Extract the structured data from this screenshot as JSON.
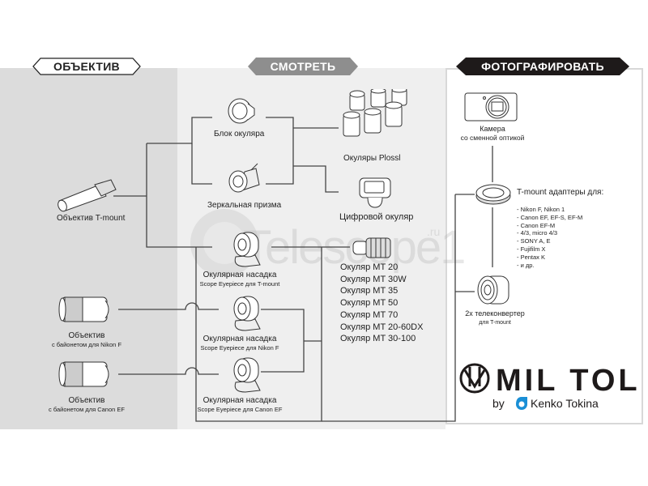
{
  "headers": {
    "lens": "ОБЪЕКТИВ",
    "view": "СМОТРЕТЬ",
    "photo": "ФОТОГРАФИРОВАТЬ"
  },
  "colors": {
    "lens_panel": "#dcdcdc",
    "view_panel": "#efefef",
    "view_header": "#8e8e8e",
    "photo_header": "#1e1a1a",
    "line": "#444444",
    "brand_blue": "#1a8fd6"
  },
  "lens_column": {
    "tmount": {
      "label": "Объектив T-mount"
    },
    "nikon": {
      "label": "Объектив",
      "sub": "с байонетом для Nikon F"
    },
    "canon": {
      "label": "Объектив",
      "sub": "с байонетом для Canon EF"
    }
  },
  "view_column": {
    "eyepiece_block": {
      "label": "Блок окуляра"
    },
    "mirror_prism": {
      "label": "Зеркальная призма"
    },
    "plossl": {
      "label": "Окуляры Plossl"
    },
    "digital": {
      "label": "Цифровой окуляр"
    },
    "scope_tmount": {
      "label": "Окулярная насадка",
      "sub": "Scope Eyepiece для T-mount"
    },
    "scope_nikon": {
      "label": "Окулярная насадка",
      "sub": "Scope Eyepiece для Nikon F"
    },
    "scope_canon": {
      "label": "Окулярная насадка",
      "sub": "Scope Eyepiece для Canon EF"
    },
    "mt_eyepieces": [
      "Окуляр MT 20",
      "Окуляр MT 30W",
      "Окуляр MT 35",
      "Окуляр MT 50",
      "Окуляр MT 70",
      "Окуляр MT 20-60DX",
      "Окуляр MT 30-100"
    ]
  },
  "photo_column": {
    "camera": {
      "label": "Камера",
      "sub": "со сменной оптикой"
    },
    "adapters": {
      "title": "T-mount адаптеры для:",
      "items": [
        "- Nikon F, Nikon 1",
        "- Canon EF, EF-S, EF-M",
        "- Canon EF-M",
        "- 4/3, micro 4/3",
        "- SONY A, E",
        "- Fujifilm X",
        "- Pentax K",
        "- и др."
      ]
    },
    "teleconverter": {
      "label": "2x телеконвертер",
      "sub": "для T-mount"
    }
  },
  "brand": {
    "name": "MIL TOL",
    "by": "by",
    "maker": "Kenko Tokina"
  },
  "watermark": {
    "text": "Telescope1",
    "suffix": ".ru"
  }
}
